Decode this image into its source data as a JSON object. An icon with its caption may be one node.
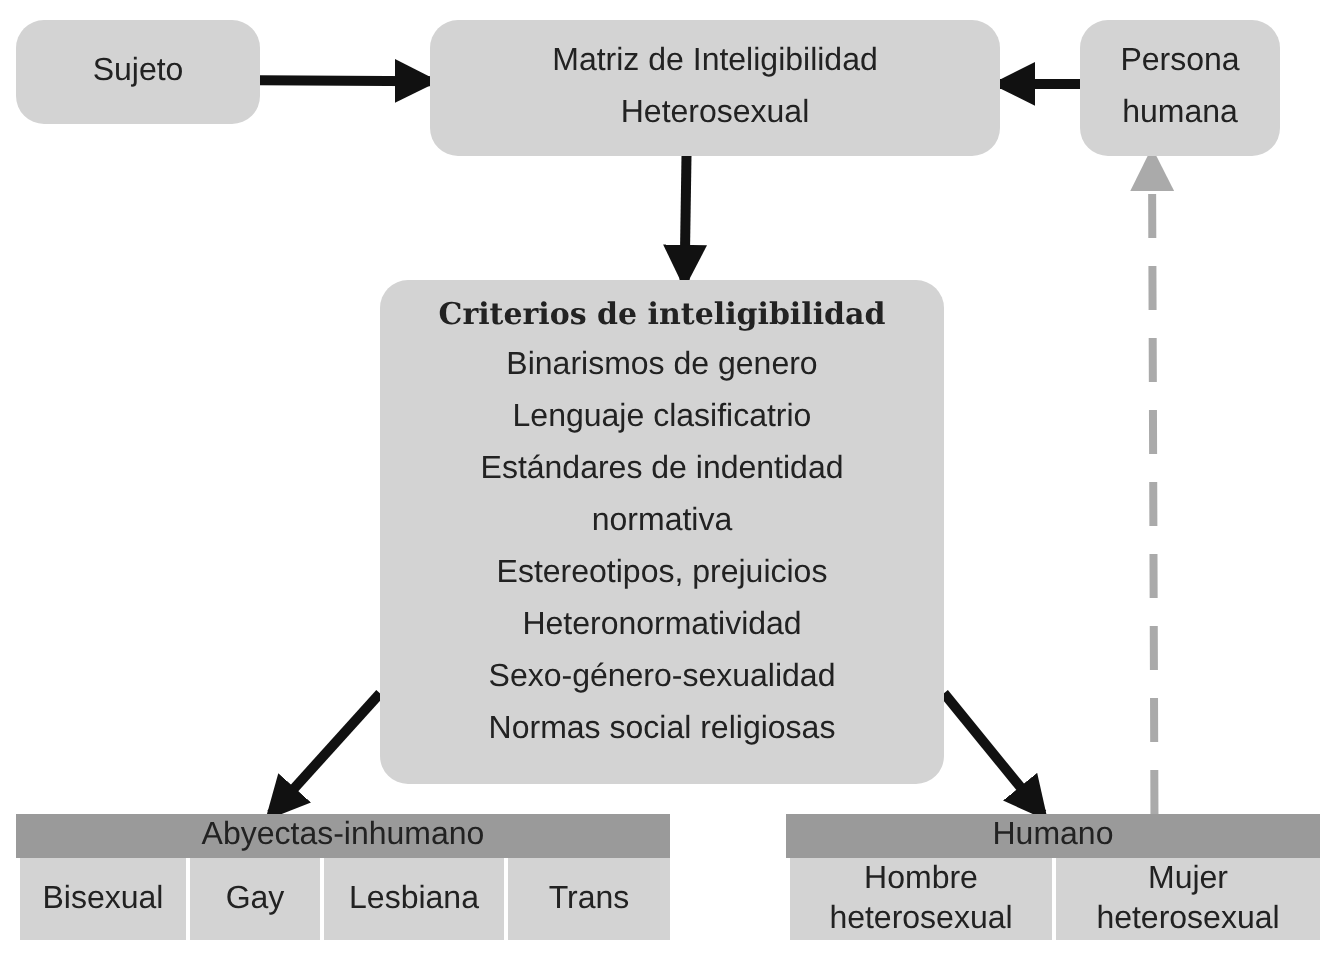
{
  "diagram": {
    "nodes": [
      {
        "text": [
          "Sujeto"
        ]
      },
      {
        "text": [
          "Matriz de Inteligibilidad Heterosexual"
        ]
      },
      {
        "text": [
          "Persona humana"
        ]
      },
      {
        "text": [
          "Criterios de inteligibilidad",
          "Binarismos de genero",
          "Lenguaje clasificatrio",
          "Estándares de indentidad normativa",
          "Estereotipos, prejuicios",
          "Heteronormatividad",
          "Sexo-género-sexualidad",
          "Normas social religiosas"
        ]
      },
      {
        "text": [
          "Abyectas-inhumano"
        ]
      },
      {
        "text": [
          "Bisexual"
        ],
        "in": 4
      },
      {
        "text": [
          "Gay"
        ],
        "in": 4
      },
      {
        "text": [
          "Lesbiana"
        ],
        "in": 4
      },
      {
        "text": [
          "Trans"
        ],
        "in": 4
      },
      {
        "text": [
          "Humano"
        ]
      },
      {
        "text": [
          "Hombre heterosexual"
        ],
        "in": 9
      },
      {
        "text": [
          "Mujer heterosexual"
        ],
        "in": 9
      }
    ],
    "edges": [
      {
        "from": 0,
        "to": 1,
        "arrow": "to"
      },
      {
        "from": 2,
        "to": 1,
        "arrow": "to"
      },
      {
        "from": 1,
        "to": 3,
        "arrow": "to"
      },
      {
        "from": 3,
        "to": 4,
        "arrow": "to"
      },
      {
        "from": 3,
        "to": 9,
        "arrow": "to"
      },
      {
        "from": 9,
        "to": 2,
        "arrow": "to",
        "style": "dashed",
        "color": "#aaaaaa"
      }
    ]
  }
}
